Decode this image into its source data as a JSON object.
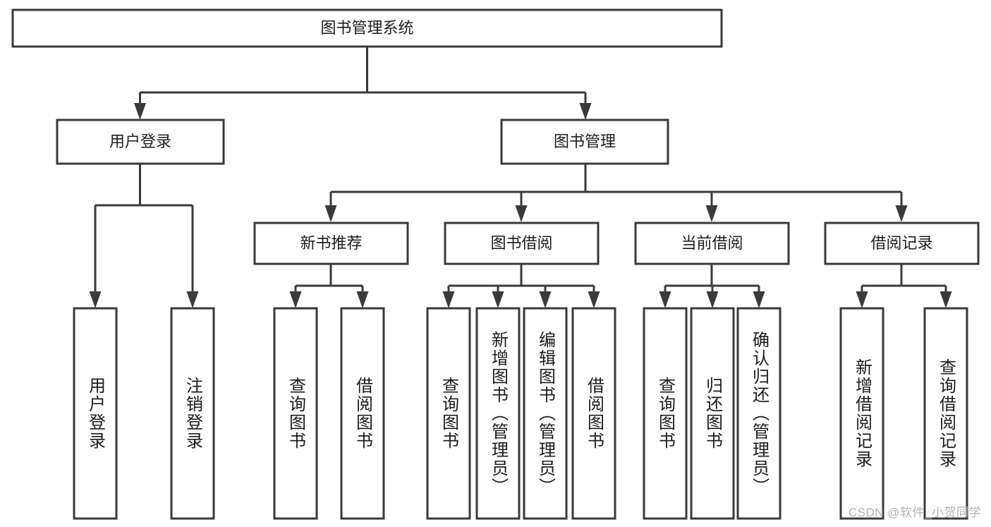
{
  "diagram": {
    "type": "tree-hierarchy-chart",
    "title": "图书管理系统",
    "watermark": "CSDN @软件_小贺同学",
    "colors": {
      "stroke": "#3a3a3a",
      "box_fill": "#ffffff",
      "text": "#1c1c1c",
      "background": "#ffffff",
      "watermark": "#b3b3b3"
    },
    "levels": {
      "root": {
        "label": "图书管理系统",
        "orientation": "horizontal"
      },
      "level2": [
        {
          "label": "用户登录",
          "orientation": "horizontal"
        },
        {
          "label": "图书管理",
          "orientation": "horizontal"
        }
      ],
      "level3": [
        {
          "label": "新书推荐",
          "orientation": "horizontal",
          "parent": "图书管理"
        },
        {
          "label": "图书借阅",
          "orientation": "horizontal",
          "parent": "图书管理"
        },
        {
          "label": "当前借阅",
          "orientation": "horizontal",
          "parent": "图书管理"
        },
        {
          "label": "借阅记录",
          "orientation": "horizontal",
          "parent": "图书管理"
        }
      ],
      "leaves": [
        {
          "label": "用户登录",
          "orientation": "vertical",
          "parent": "用户登录"
        },
        {
          "label": "注销登录",
          "orientation": "vertical",
          "parent": "用户登录"
        },
        {
          "label": "查询图书",
          "orientation": "vertical",
          "parent": "新书推荐"
        },
        {
          "label": "借阅图书",
          "orientation": "vertical",
          "parent": "新书推荐"
        },
        {
          "label": "查询图书",
          "orientation": "vertical",
          "parent": "图书借阅"
        },
        {
          "label": "新增图书（管理员）",
          "orientation": "vertical",
          "parent": "图书借阅"
        },
        {
          "label": "编辑图书（管理员）",
          "orientation": "vertical",
          "parent": "图书借阅"
        },
        {
          "label": "借阅图书",
          "orientation": "vertical",
          "parent": "图书借阅"
        },
        {
          "label": "查询图书",
          "orientation": "vertical",
          "parent": "当前借阅"
        },
        {
          "label": "归还图书",
          "orientation": "vertical",
          "parent": "当前借阅"
        },
        {
          "label": "确认归还（管理员）",
          "orientation": "vertical",
          "parent": "当前借阅"
        },
        {
          "label": "新增借阅记录",
          "orientation": "vertical",
          "parent": "借阅记录"
        },
        {
          "label": "查询借阅记录",
          "orientation": "vertical",
          "parent": "借阅记录"
        }
      ]
    }
  }
}
